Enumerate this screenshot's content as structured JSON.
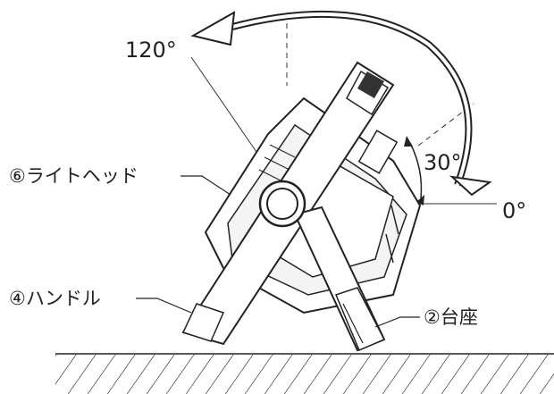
{
  "angles": {
    "a120": "120°",
    "a30": "30°",
    "a0": "0°"
  },
  "parts": {
    "light_head": "⑥ライトヘッド",
    "handle": "④ハンドル",
    "base": "②台座"
  },
  "colors": {
    "line": "#1a1a1a",
    "fill": "#ffffff",
    "dark": "#333333"
  }
}
